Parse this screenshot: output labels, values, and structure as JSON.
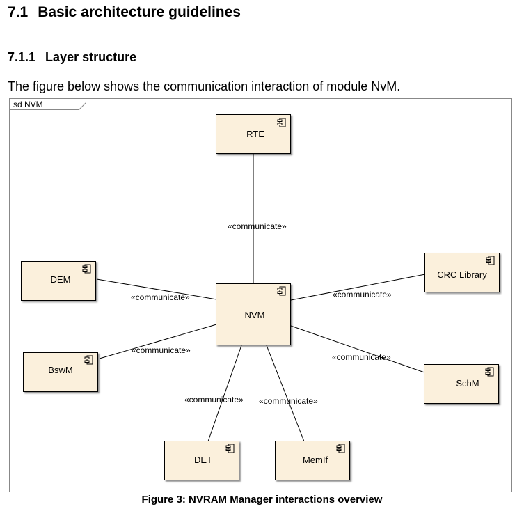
{
  "heading": {
    "number": "7.1",
    "title": "Basic architecture guidelines"
  },
  "subheading": {
    "number": "7.1.1",
    "title": "Layer structure"
  },
  "intro_text": "The figure below shows the communication interaction of module NvM.",
  "diagram": {
    "frame_label": "sd NVM",
    "components": {
      "rte": "RTE",
      "nvm": "NVM",
      "dem": "DEM",
      "bswm": "BswM",
      "crc": "CRC Library",
      "schm": "SchM",
      "det": "DET",
      "memif": "MemIf"
    },
    "connector_label": "«communicate»",
    "colors": {
      "component_fill": "#fbf0dc",
      "line": "#000000"
    }
  },
  "caption": "Figure 3: NVRAM Manager interactions overview"
}
